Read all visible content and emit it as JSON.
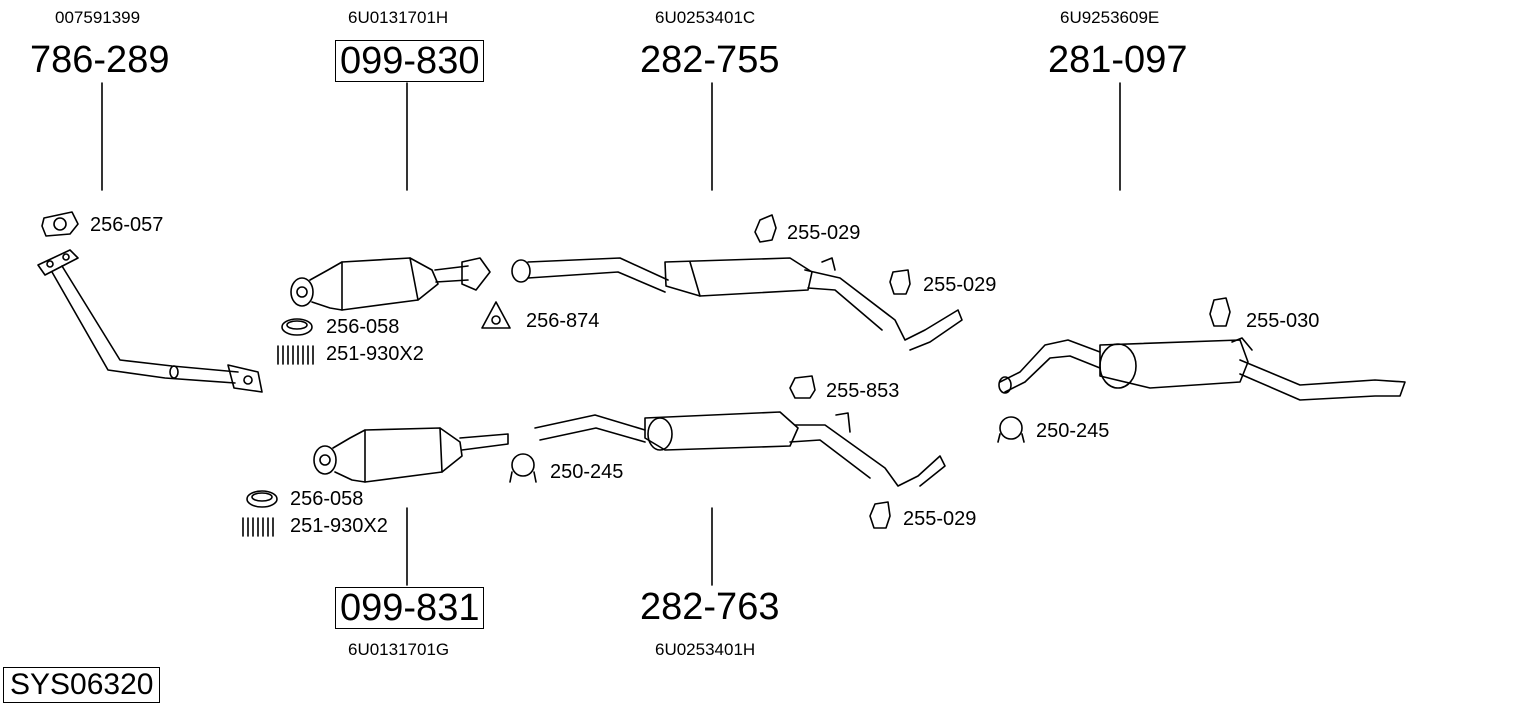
{
  "system_id": "SYS06320",
  "main_parts": [
    {
      "id": "p1",
      "number": "786-289",
      "oem": "007591399"
    },
    {
      "id": "p2",
      "number": "099-830",
      "oem": "6U0131701H"
    },
    {
      "id": "p3",
      "number": "282-755",
      "oem": "6U0253401C"
    },
    {
      "id": "p4",
      "number": "281-097",
      "oem": "6U9253609E"
    },
    {
      "id": "p5",
      "number": "099-831",
      "oem": "6U0131701G"
    },
    {
      "id": "p6",
      "number": "282-763",
      "oem": "6U0253401H"
    }
  ],
  "accessories": [
    {
      "label": "256-057"
    },
    {
      "label": "256-058"
    },
    {
      "label": "251-930X2"
    },
    {
      "label": "256-874"
    },
    {
      "label": "255-029"
    },
    {
      "label": "255-029"
    },
    {
      "label": "255-030"
    },
    {
      "label": "255-853"
    },
    {
      "label": "250-245"
    },
    {
      "label": "250-245"
    },
    {
      "label": "256-058"
    },
    {
      "label": "251-930X2"
    },
    {
      "label": "255-029"
    }
  ]
}
